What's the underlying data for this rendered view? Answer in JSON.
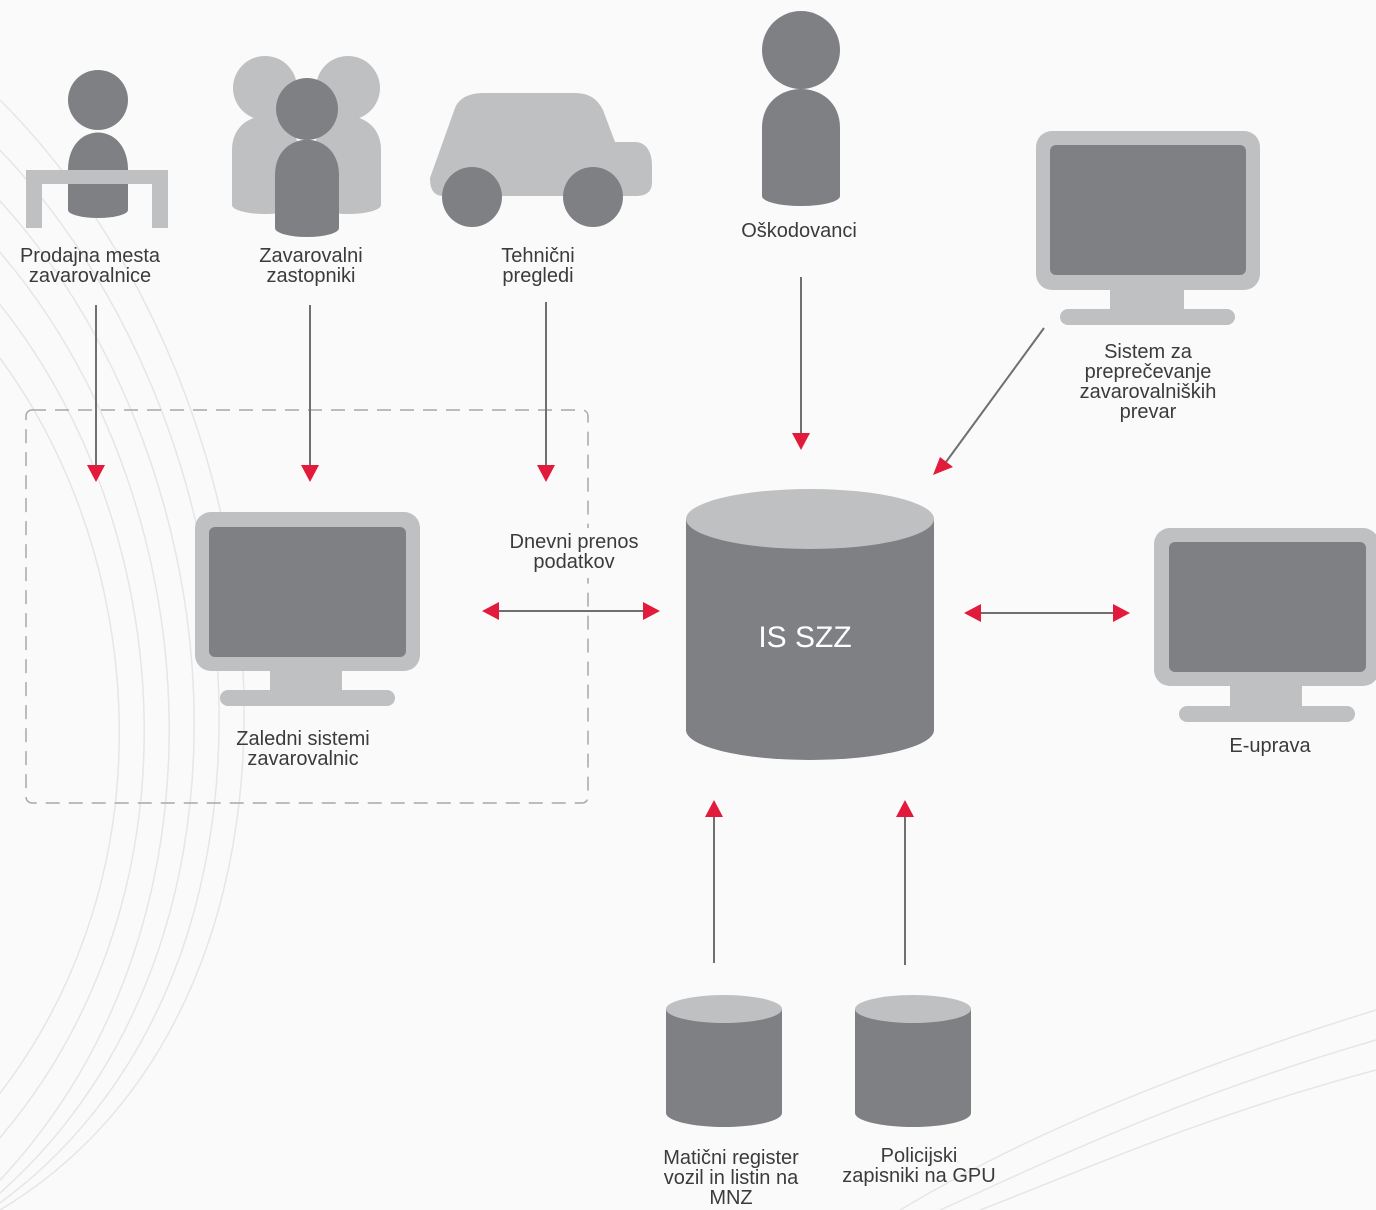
{
  "colors": {
    "dark": "#7f8084",
    "light": "#bfc0c2",
    "arrow": "#e21b3c",
    "line": "#6f6f6f",
    "dashed": "#a8a8a8",
    "text": "#3b3b3b"
  },
  "nodes": {
    "sales": {
      "icon": "person-at-desk-icon",
      "lines": [
        "Prodajna mesta",
        "zavarovalnice"
      ]
    },
    "agents": {
      "icon": "group-of-people-icon",
      "lines": [
        "Zavarovalni",
        "zastopniki"
      ]
    },
    "inspections": {
      "icon": "car-icon",
      "lines": [
        "Tehnični",
        "pregledi"
      ]
    },
    "injured": {
      "icon": "person-icon",
      "lines": [
        "Oškodovanci"
      ]
    },
    "fraud": {
      "icon": "monitor-icon",
      "lines": [
        "Sistem za",
        "preprečevanje",
        "zavarovalniških",
        "prevar"
      ]
    },
    "backend": {
      "icon": "monitor-icon",
      "lines": [
        "Zaledni sistemi",
        "zavarovalnic"
      ]
    },
    "transfer": {
      "lines": [
        "Dnevni prenos",
        "podatkov"
      ]
    },
    "core": {
      "icon": "database-icon",
      "title": "IS SZZ"
    },
    "egov": {
      "icon": "monitor-icon",
      "lines": [
        "E-uprava"
      ]
    },
    "vehicles": {
      "icon": "database-icon",
      "lines": [
        "Matični register",
        "vozil in listin na",
        "MNZ"
      ]
    },
    "police": {
      "icon": "database-icon",
      "lines": [
        "Policijski",
        "zapisniki na GPU"
      ]
    }
  }
}
